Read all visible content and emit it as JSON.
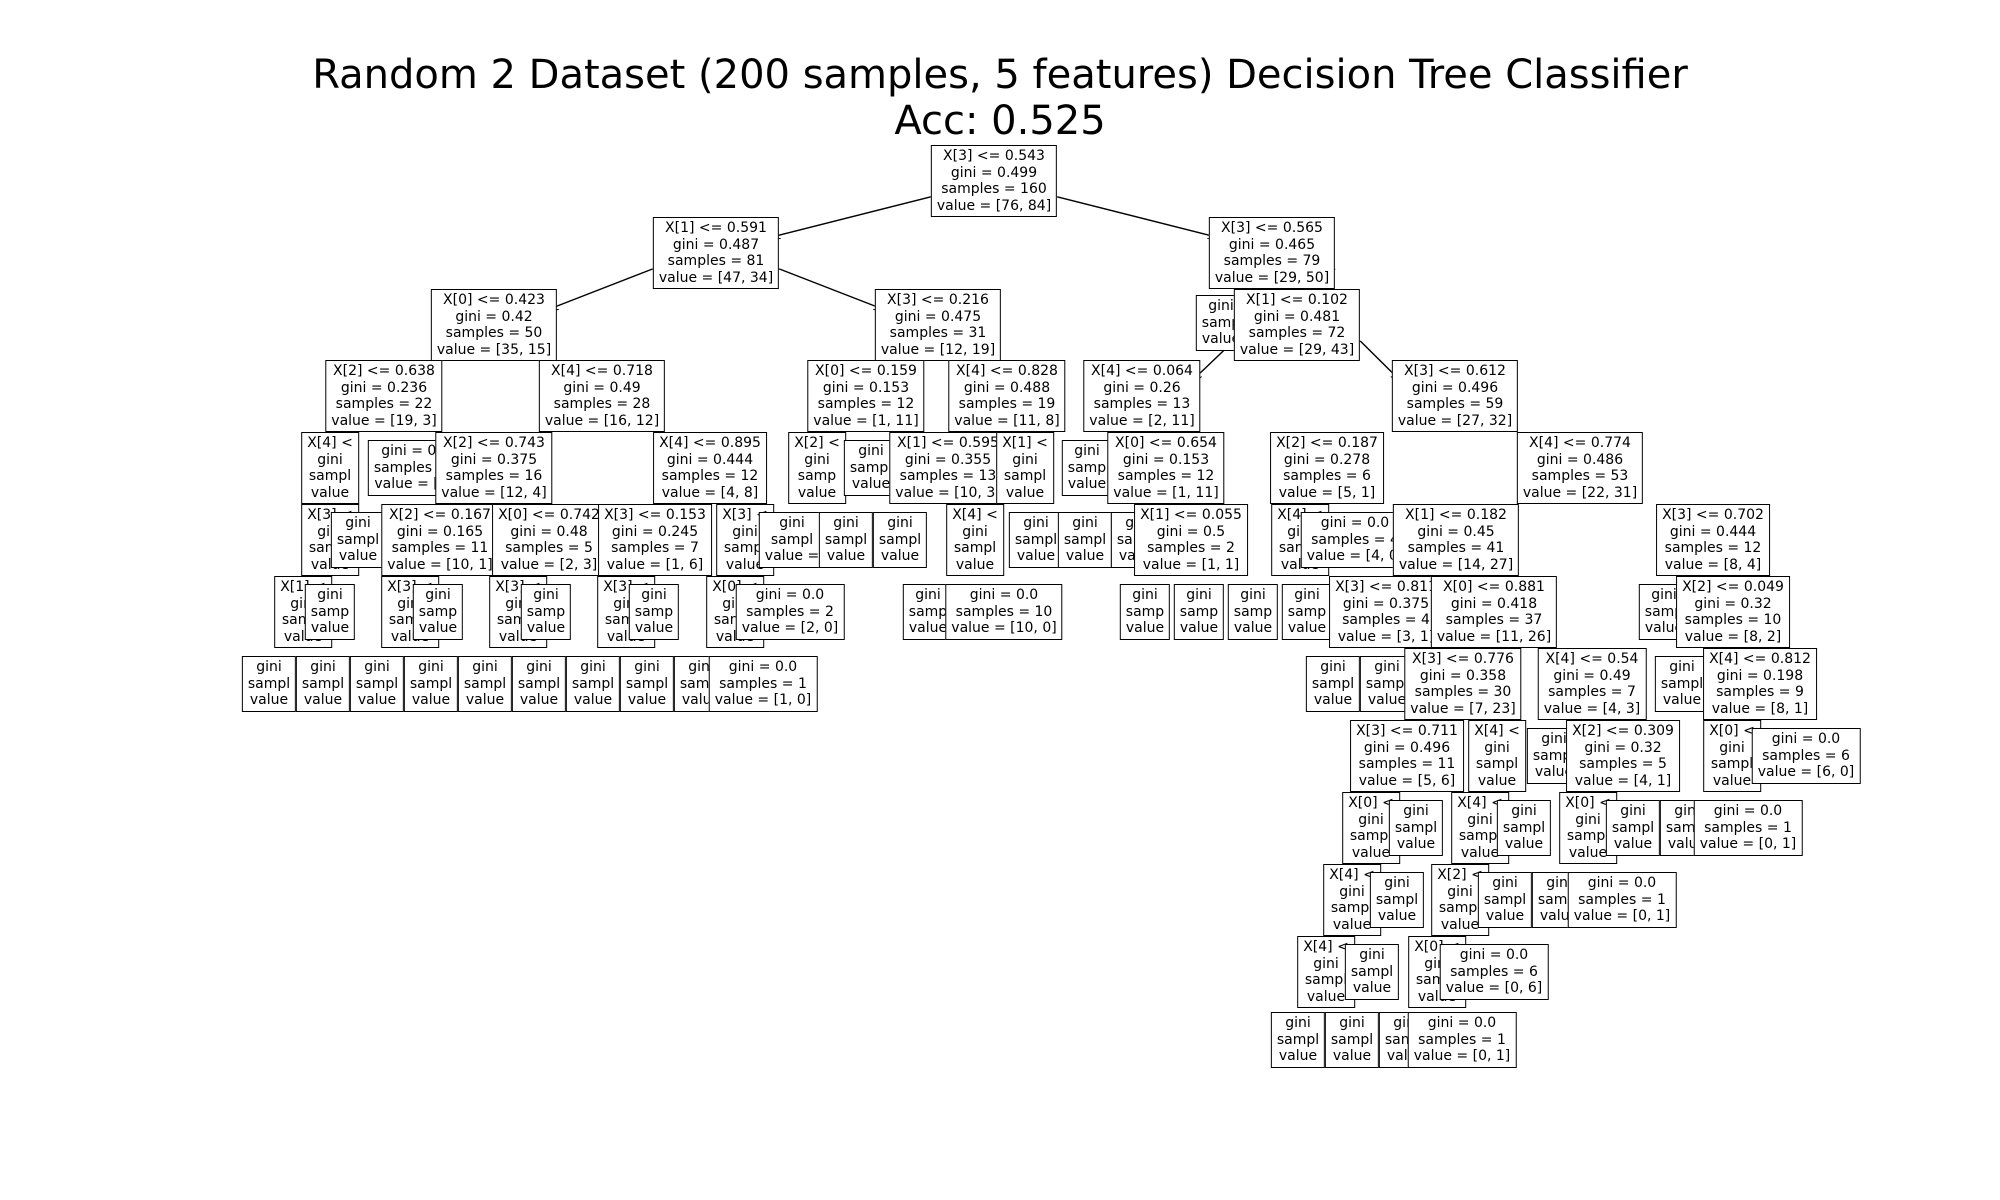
{
  "title": {
    "line1": "Random 2 Dataset (200 samples, 5 features) Decision Tree Classifier",
    "line2": "Acc: 0.525"
  },
  "tree": {
    "nodes": [
      {
        "id": "n0",
        "depth": 0,
        "lines": [
          "X[3] <= 0.543",
          "gini = 0.499",
          "samples = 160",
          "value = [76, 84]"
        ]
      },
      {
        "id": "n1",
        "depth": 1,
        "lines": [
          "X[1] <= 0.591",
          "gini = 0.487",
          "samples = 81",
          "value = [47, 34]"
        ]
      },
      {
        "id": "n2",
        "depth": 1,
        "lines": [
          "X[3] <= 0.565",
          "gini = 0.465",
          "samples = 79",
          "value = [29, 50]"
        ]
      },
      {
        "id": "n3",
        "depth": 2,
        "lines": [
          "X[0] <= 0.423",
          "gini = 0.42",
          "samples = 50",
          "value = [35, 15]"
        ]
      },
      {
        "id": "n4",
        "depth": 2,
        "lines": [
          "X[3] <= 0.216",
          "gini = 0.475",
          "samples = 31",
          "value = [12, 19]"
        ]
      },
      {
        "id": "n5",
        "depth": 2,
        "lines": [
          "gini",
          "samp",
          "value"
        ]
      },
      {
        "id": "n6",
        "depth": 2,
        "lines": [
          "X[1] <= 0.102",
          "gini = 0.481",
          "samples = 72",
          "value = [29, 43]"
        ]
      },
      {
        "id": "n7",
        "depth": 3,
        "lines": [
          "X[2] <= 0.638",
          "gini = 0.236",
          "samples = 22",
          "value = [19, 3]"
        ]
      },
      {
        "id": "n8",
        "depth": 3,
        "lines": [
          "X[4] <= 0.718",
          "gini = 0.49",
          "samples = 28",
          "value = [16, 12]"
        ]
      },
      {
        "id": "n9",
        "depth": 3,
        "lines": [
          "X[0] <= 0.159",
          "gini = 0.153",
          "samples = 12",
          "value = [1, 11]"
        ]
      },
      {
        "id": "n10",
        "depth": 3,
        "lines": [
          "X[4] <= 0.828",
          "gini = 0.488",
          "samples = 19",
          "value = [11, 8]"
        ]
      },
      {
        "id": "n11",
        "depth": 3,
        "lines": [
          "X[4] <= 0.064",
          "gini = 0.26",
          "samples = 13",
          "value = [2, 11]"
        ]
      },
      {
        "id": "n12",
        "depth": 3,
        "lines": [
          "X[3] <= 0.612",
          "gini = 0.496",
          "samples = 59",
          "value = [27, 32]"
        ]
      },
      {
        "id": "n13",
        "depth": 4,
        "lines": [
          "X[4] <",
          "gini",
          "sampl",
          "value"
        ]
      },
      {
        "id": "n14",
        "depth": 4,
        "lines": [
          "gini = 0.",
          "samples =",
          "value = [1"
        ]
      },
      {
        "id": "n15",
        "depth": 4,
        "lines": [
          "X[2] <= 0.743",
          "gini = 0.375",
          "samples = 16",
          "value = [12, 4]"
        ]
      },
      {
        "id": "n16",
        "depth": 4,
        "lines": [
          "X[4] <= 0.895",
          "gini = 0.444",
          "samples = 12",
          "value = [4, 8]"
        ]
      },
      {
        "id": "n17",
        "depth": 4,
        "lines": [
          "X[2] <",
          "gini",
          "samp",
          "value"
        ]
      },
      {
        "id": "n18",
        "depth": 4,
        "lines": [
          "gini",
          "sampl",
          "value"
        ]
      },
      {
        "id": "n19",
        "depth": 4,
        "lines": [
          "X[1] <= 0.595",
          "gini = 0.355",
          "samples = 13",
          "value = [10, 3]"
        ]
      },
      {
        "id": "n20",
        "depth": 4,
        "lines": [
          "X[1] <",
          "gini",
          "sampl",
          "value"
        ]
      },
      {
        "id": "n21",
        "depth": 4,
        "lines": [
          "gini",
          "samp",
          "value"
        ]
      },
      {
        "id": "n22",
        "depth": 4,
        "lines": [
          "X[0] <= 0.654",
          "gini = 0.153",
          "samples = 12",
          "value = [1, 11]"
        ]
      },
      {
        "id": "n23",
        "depth": 4,
        "lines": [
          "X[2] <= 0.187",
          "gini = 0.278",
          "samples = 6",
          "value = [5, 1]"
        ]
      },
      {
        "id": "n24",
        "depth": 4,
        "lines": [
          "X[4] <= 0.774",
          "gini = 0.486",
          "samples = 53",
          "value = [22, 31]"
        ]
      },
      {
        "id": "n25",
        "depth": 5,
        "lines": [
          "X[3] <",
          "gini",
          "sampl",
          "value"
        ]
      },
      {
        "id": "n26",
        "depth": 5,
        "lines": [
          "gini",
          "sampl",
          "value"
        ]
      },
      {
        "id": "n27",
        "depth": 5,
        "lines": [
          "X[2] <= 0.167",
          "gini = 0.165",
          "samples = 11",
          "value = [10, 1]"
        ]
      },
      {
        "id": "n28",
        "depth": 5,
        "lines": [
          "X[0] <= 0.742",
          "gini = 0.48",
          "samples = 5",
          "value = [2, 3]"
        ]
      },
      {
        "id": "n29",
        "depth": 5,
        "lines": [
          "X[3] <= 0.153",
          "gini = 0.245",
          "samples = 7",
          "value = [1, 6]"
        ]
      },
      {
        "id": "n30",
        "depth": 5,
        "lines": [
          "X[3] <",
          "gini",
          "sampl",
          "value"
        ]
      },
      {
        "id": "n31",
        "depth": 5,
        "lines": [
          "gini",
          "sampl",
          "value ="
        ]
      },
      {
        "id": "n32",
        "depth": 5,
        "lines": [
          "gini",
          "sampl",
          "value"
        ]
      },
      {
        "id": "n33",
        "depth": 5,
        "lines": [
          "gini",
          "sampl",
          "value"
        ]
      },
      {
        "id": "n34",
        "depth": 5,
        "lines": [
          "X[4] <",
          "gini",
          "sampl",
          "value"
        ]
      },
      {
        "id": "n35",
        "depth": 5,
        "lines": [
          "gini",
          "sampl",
          "value"
        ]
      },
      {
        "id": "n36",
        "depth": 5,
        "lines": [
          "gini",
          "sampl",
          "value"
        ]
      },
      {
        "id": "n37",
        "depth": 5,
        "lines": [
          "gini",
          "sampl",
          "value"
        ]
      },
      {
        "id": "n38",
        "depth": 5,
        "lines": [
          "X[1] <= 0.055",
          "gini = 0.5",
          "samples = 2",
          "value = [1, 1]"
        ]
      },
      {
        "id": "n39",
        "depth": 5,
        "lines": [
          "X[4] <",
          "gini",
          "sampl",
          "value"
        ]
      },
      {
        "id": "n40",
        "depth": 5,
        "lines": [
          "gini = 0.0",
          "samples = 4",
          "value = [4, 0]"
        ]
      },
      {
        "id": "n41",
        "depth": 5,
        "lines": [
          "X[1] <= 0.182",
          "gini = 0.45",
          "samples = 41",
          "value = [14, 27]"
        ]
      },
      {
        "id": "n42",
        "depth": 5,
        "lines": [
          "X[3] <= 0.702",
          "gini = 0.444",
          "samples = 12",
          "value = [8, 4]"
        ]
      },
      {
        "id": "n43",
        "depth": 6,
        "lines": [
          "X[1] <",
          "gini",
          "sampl",
          "value"
        ]
      },
      {
        "id": "n44",
        "depth": 6,
        "lines": [
          "gini",
          "samp",
          "value"
        ]
      },
      {
        "id": "n45",
        "depth": 6,
        "lines": [
          "X[3] <",
          "gini",
          "sampl",
          "value"
        ]
      },
      {
        "id": "n46",
        "depth": 6,
        "lines": [
          "gini",
          "samp",
          "value"
        ]
      },
      {
        "id": "n47",
        "depth": 6,
        "lines": [
          "X[3] <",
          "gini",
          "sampl",
          "value"
        ]
      },
      {
        "id": "n48",
        "depth": 6,
        "lines": [
          "gini",
          "samp",
          "value"
        ]
      },
      {
        "id": "n49",
        "depth": 6,
        "lines": [
          "X[3] <",
          "gini",
          "sampl",
          "value"
        ]
      },
      {
        "id": "n50",
        "depth": 6,
        "lines": [
          "gini",
          "samp",
          "value"
        ]
      },
      {
        "id": "n51",
        "depth": 6,
        "lines": [
          "X[0] <",
          "gini",
          "sampl",
          "value"
        ]
      },
      {
        "id": "n52",
        "depth": 6,
        "lines": [
          "gini = 0.0",
          "samples = 2",
          "value = [2, 0]"
        ]
      },
      {
        "id": "n53",
        "depth": 6,
        "lines": [
          "gini",
          "samp",
          "value"
        ]
      },
      {
        "id": "n54",
        "depth": 6,
        "lines": [
          "gini = 0.0",
          "samples = 10",
          "value = [10, 0]"
        ]
      },
      {
        "id": "n55",
        "depth": 6,
        "lines": [
          "gini",
          "samp",
          "value"
        ]
      },
      {
        "id": "n56",
        "depth": 6,
        "lines": [
          "gini",
          "samp",
          "value"
        ]
      },
      {
        "id": "n57",
        "depth": 6,
        "lines": [
          "gini",
          "samp",
          "value"
        ]
      },
      {
        "id": "n58",
        "depth": 6,
        "lines": [
          "gini",
          "samp",
          "value"
        ]
      },
      {
        "id": "n59",
        "depth": 6,
        "lines": [
          "X[3] <= 0.811",
          "gini = 0.375",
          "samples = 4",
          "value = [3, 1]"
        ]
      },
      {
        "id": "n60",
        "depth": 6,
        "lines": [
          "X[0] <= 0.881",
          "gini = 0.418",
          "samples = 37",
          "value = [11, 26]"
        ]
      },
      {
        "id": "n61",
        "depth": 6,
        "lines": [
          "gini",
          "samp",
          "value"
        ]
      },
      {
        "id": "n62",
        "depth": 6,
        "lines": [
          "X[2] <= 0.049",
          "gini = 0.32",
          "samples = 10",
          "value = [8, 2]"
        ]
      },
      {
        "id": "n63",
        "depth": 7,
        "lines": [
          "gini",
          "sampl",
          "value"
        ]
      },
      {
        "id": "n64",
        "depth": 7,
        "lines": [
          "gini",
          "sampl",
          "value"
        ]
      },
      {
        "id": "n65",
        "depth": 7,
        "lines": [
          "gini",
          "sampl",
          "value"
        ]
      },
      {
        "id": "n66",
        "depth": 7,
        "lines": [
          "gini",
          "sampl",
          "value"
        ]
      },
      {
        "id": "n67",
        "depth": 7,
        "lines": [
          "gini",
          "sampl",
          "value"
        ]
      },
      {
        "id": "n68",
        "depth": 7,
        "lines": [
          "gini",
          "sampl",
          "value"
        ]
      },
      {
        "id": "n69",
        "depth": 7,
        "lines": [
          "gini",
          "sampl",
          "value"
        ]
      },
      {
        "id": "n70",
        "depth": 7,
        "lines": [
          "gini",
          "sampl",
          "value"
        ]
      },
      {
        "id": "n71",
        "depth": 7,
        "lines": [
          "gini",
          "sampl",
          "value"
        ]
      },
      {
        "id": "n72",
        "depth": 7,
        "lines": [
          "gini = 0.0",
          "samples = 1",
          "value = [1, 0]"
        ]
      },
      {
        "id": "n73",
        "depth": 7,
        "lines": [
          "gini",
          "sampl",
          "value"
        ]
      },
      {
        "id": "n74",
        "depth": 7,
        "lines": [
          "gini",
          "sampl",
          "value"
        ]
      },
      {
        "id": "n75",
        "depth": 7,
        "lines": [
          "X[3] <= 0.776",
          "gini = 0.358",
          "samples = 30",
          "value = [7, 23]"
        ]
      },
      {
        "id": "n76",
        "depth": 7,
        "lines": [
          "X[4] <= 0.54",
          "gini = 0.49",
          "samples = 7",
          "value = [4, 3]"
        ]
      },
      {
        "id": "n77",
        "depth": 7,
        "lines": [
          "gini",
          "sampl",
          "value"
        ]
      },
      {
        "id": "n78",
        "depth": 7,
        "lines": [
          "X[4] <= 0.812",
          "gini = 0.198",
          "samples = 9",
          "value = [8, 1]"
        ]
      },
      {
        "id": "n79",
        "depth": 8,
        "lines": [
          "X[3] <= 0.711",
          "gini = 0.496",
          "samples = 11",
          "value = [5, 6]"
        ]
      },
      {
        "id": "n80",
        "depth": 8,
        "lines": [
          "X[4] <",
          "gini",
          "sampl",
          "value"
        ]
      },
      {
        "id": "n81",
        "depth": 8,
        "lines": [
          "gini",
          "sampl",
          "value"
        ]
      },
      {
        "id": "n82",
        "depth": 8,
        "lines": [
          "X[2] <= 0.309",
          "gini = 0.32",
          "samples = 5",
          "value = [4, 1]"
        ]
      },
      {
        "id": "n83",
        "depth": 8,
        "lines": [
          "X[0] <",
          "gini",
          "sampl",
          "value"
        ]
      },
      {
        "id": "n84",
        "depth": 8,
        "lines": [
          "gini = 0.0",
          "samples = 6",
          "value = [6, 0]"
        ]
      },
      {
        "id": "n85",
        "depth": 9,
        "lines": [
          "X[0] <",
          "gini",
          "sampl",
          "value"
        ]
      },
      {
        "id": "n86",
        "depth": 9,
        "lines": [
          "gini",
          "sampl",
          "value"
        ]
      },
      {
        "id": "n87",
        "depth": 9,
        "lines": [
          "X[4] <",
          "gini",
          "sampl",
          "value"
        ]
      },
      {
        "id": "n88",
        "depth": 9,
        "lines": [
          "gini",
          "sampl",
          "value"
        ]
      },
      {
        "id": "n89",
        "depth": 9,
        "lines": [
          "X[0] <",
          "gini",
          "sampl",
          "value"
        ]
      },
      {
        "id": "n90",
        "depth": 9,
        "lines": [
          "gini",
          "sampl",
          "value"
        ]
      },
      {
        "id": "n91",
        "depth": 9,
        "lines": [
          "gini",
          "sampl",
          "value"
        ]
      },
      {
        "id": "n92",
        "depth": 9,
        "lines": [
          "gini = 0.0",
          "samples = 1",
          "value = [0, 1]"
        ]
      },
      {
        "id": "n93",
        "depth": 10,
        "lines": [
          "X[4] <",
          "gini",
          "sampl",
          "value"
        ]
      },
      {
        "id": "n94",
        "depth": 10,
        "lines": [
          "gini",
          "sampl",
          "value"
        ]
      },
      {
        "id": "n95",
        "depth": 10,
        "lines": [
          "X[2] <",
          "gini",
          "sampl",
          "value"
        ]
      },
      {
        "id": "n96",
        "depth": 10,
        "lines": [
          "gini",
          "sampl",
          "value"
        ]
      },
      {
        "id": "n97",
        "depth": 10,
        "lines": [
          "gini",
          "sampl",
          "value"
        ]
      },
      {
        "id": "n98",
        "depth": 10,
        "lines": [
          "gini = 0.0",
          "samples = 1",
          "value = [0, 1]"
        ]
      },
      {
        "id": "n99",
        "depth": 11,
        "lines": [
          "X[4] <",
          "gini",
          "sampl",
          "value"
        ]
      },
      {
        "id": "n100",
        "depth": 11,
        "lines": [
          "gini",
          "sampl",
          "value"
        ]
      },
      {
        "id": "n101",
        "depth": 11,
        "lines": [
          "X[0] <",
          "gini",
          "sampl",
          "value"
        ]
      },
      {
        "id": "n102",
        "depth": 11,
        "lines": [
          "gini = 0.0",
          "samples = 6",
          "value = [0, 6]"
        ]
      },
      {
        "id": "n103",
        "depth": 12,
        "lines": [
          "gini",
          "sampl",
          "value"
        ]
      },
      {
        "id": "n104",
        "depth": 12,
        "lines": [
          "gini",
          "sampl",
          "value"
        ]
      },
      {
        "id": "n105",
        "depth": 12,
        "lines": [
          "gini",
          "sampl",
          "value"
        ]
      },
      {
        "id": "n106",
        "depth": 12,
        "lines": [
          "gini = 0.0",
          "samples = 1",
          "value = [0, 1]"
        ]
      }
    ],
    "edges": [
      [
        "n0",
        "n1"
      ],
      [
        "n0",
        "n2"
      ],
      [
        "n1",
        "n3"
      ],
      [
        "n1",
        "n4"
      ],
      [
        "n2",
        "n6"
      ],
      [
        "n6",
        "n11"
      ],
      [
        "n6",
        "n12"
      ]
    ]
  }
}
